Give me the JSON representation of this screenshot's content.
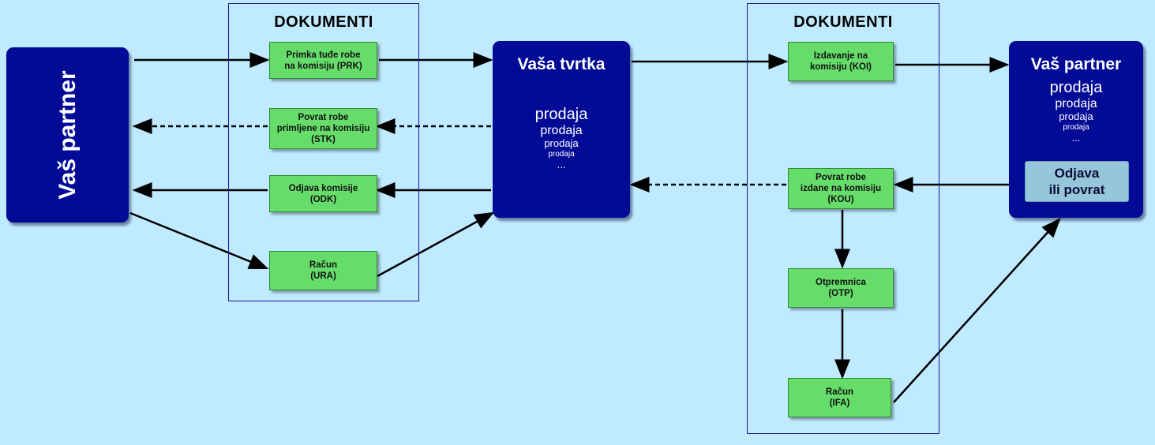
{
  "documents_left": {
    "title": "DOKUMENTI"
  },
  "documents_right": {
    "title": "DOKUMENTI"
  },
  "partner_left": {
    "title": "Vaš partner"
  },
  "company": {
    "title": "Vaša tvrtka",
    "sales": [
      "prodaja",
      "prodaja",
      "prodaja",
      "prodaja",
      "..."
    ]
  },
  "partner_right": {
    "title": "Vaš partner",
    "sales": [
      "prodaja",
      "prodaja",
      "prodaja",
      "prodaja",
      "..."
    ],
    "return_box": [
      "Odjava",
      "ili povrat"
    ]
  },
  "docs": {
    "prk": [
      "Primka tuđe robe",
      "na komisiju (PRK)"
    ],
    "stk": [
      "Povrat robe",
      "primljene na komisiju",
      "(STK)"
    ],
    "odk": [
      "Odjava komisije",
      "(ODK)"
    ],
    "ura": [
      "Račun",
      "(URA)"
    ],
    "koi": [
      "Izdavanje na",
      "komisiju (KOI)"
    ],
    "kou": [
      "Povrat robe",
      "izdane na komisiju",
      "(KOU)"
    ],
    "otp": [
      "Otpremnica",
      "(OTP)"
    ],
    "ifa": [
      "Račun",
      "(IFA)"
    ]
  },
  "colors": {
    "background": "#bfeaff",
    "entity": "#020a96",
    "document": "#66dd6a",
    "group_border": "#1a1a9a",
    "return_box": "#95c6d9"
  }
}
